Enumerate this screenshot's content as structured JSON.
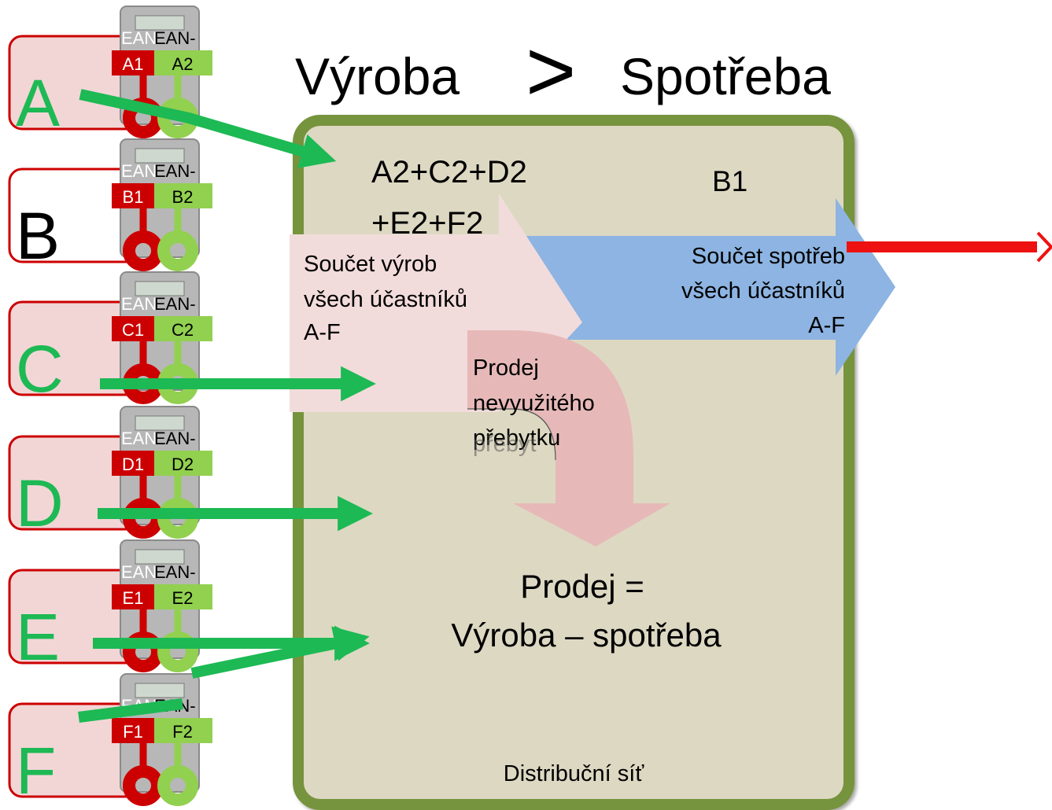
{
  "title": {
    "left": "Výroba",
    "operator": ">",
    "right": "Spotřeba"
  },
  "participants": [
    {
      "letter": "A",
      "ean_prefix_1": "EAN",
      "ean_prefix_2": "EAN-",
      "meter1": "A1",
      "meter2": "A2",
      "letter_color": "#1db954",
      "box_fill": "#f2d6d6"
    },
    {
      "letter": "B",
      "ean_prefix_1": "EAN",
      "ean_prefix_2": "EAN-",
      "meter1": "B1",
      "meter2": "B2",
      "letter_color": "#000000",
      "box_fill": "#ffffff"
    },
    {
      "letter": "C",
      "ean_prefix_1": "EAN",
      "ean_prefix_2": "EAN-",
      "meter1": "C1",
      "meter2": "C2",
      "letter_color": "#1db954",
      "box_fill": "#f2d6d6"
    },
    {
      "letter": "D",
      "ean_prefix_1": "EAN",
      "ean_prefix_2": "EAN-",
      "meter1": "D1",
      "meter2": "D2",
      "letter_color": "#1db954",
      "box_fill": "#f2d6d6"
    },
    {
      "letter": "E",
      "ean_prefix_1": "EAN",
      "ean_prefix_2": "EAN-",
      "meter1": "E1",
      "meter2": "E2",
      "letter_color": "#1db954",
      "box_fill": "#f2d6d6"
    },
    {
      "letter": "F",
      "ean_prefix_1": "EAN",
      "ean_prefix_2": "EAN-",
      "meter1": "F1",
      "meter2": "F2",
      "letter_color": "#1db954",
      "box_fill": "#f2d6d6"
    }
  ],
  "grid": {
    "formula_line1": "A2+C2+D2",
    "formula_line2": "+E2+F2",
    "consumer": "B1",
    "production_line1": "Součet výrob",
    "production_line2": "všech účastníků",
    "production_line3": "A-F",
    "consumption_line1": "Součet spotřeb",
    "consumption_line2": "všech účastníků",
    "consumption_line3": "A-F",
    "sale_line1": "Prodej",
    "sale_line2": "nevyužitého",
    "sale_line3": "přebytku",
    "sale_overlay": "přebyt",
    "result_line1": "Prodej =",
    "result_line2": "Výroba – spotřeba",
    "footer": "Distribuční síť"
  },
  "colors": {
    "green_arrow": "#1db954",
    "red_arrow": "#ee1111",
    "grid_fill": "#ddd8c2",
    "grid_border": "#76933c",
    "production_arrow": "#f2dcdb",
    "consumption_arrow": "#8db4e2",
    "sale_arrow": "#e6b9b8",
    "meter_red": "#cc0000",
    "meter_green": "#92d050"
  }
}
